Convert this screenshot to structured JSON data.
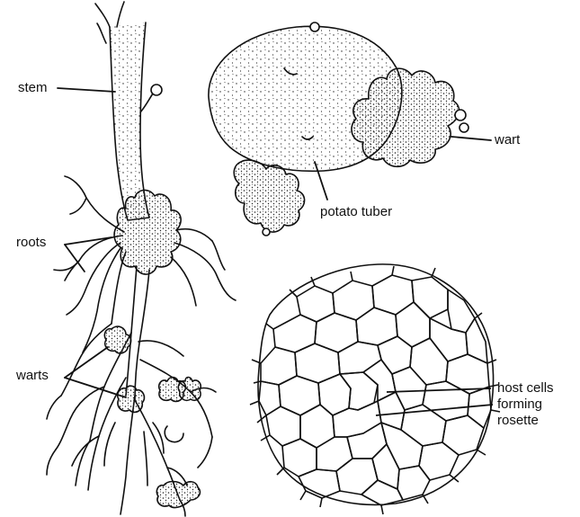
{
  "labels": {
    "stem": "stem",
    "roots": "roots",
    "warts": "warts",
    "potato_tuber": "potato tuber",
    "wart": "wart",
    "host_cells_line1": "host cells",
    "host_cells_line2": "forming",
    "host_cells_line3": "rosette"
  },
  "colors": {
    "ink": "#111111",
    "paper": "#ffffff"
  }
}
